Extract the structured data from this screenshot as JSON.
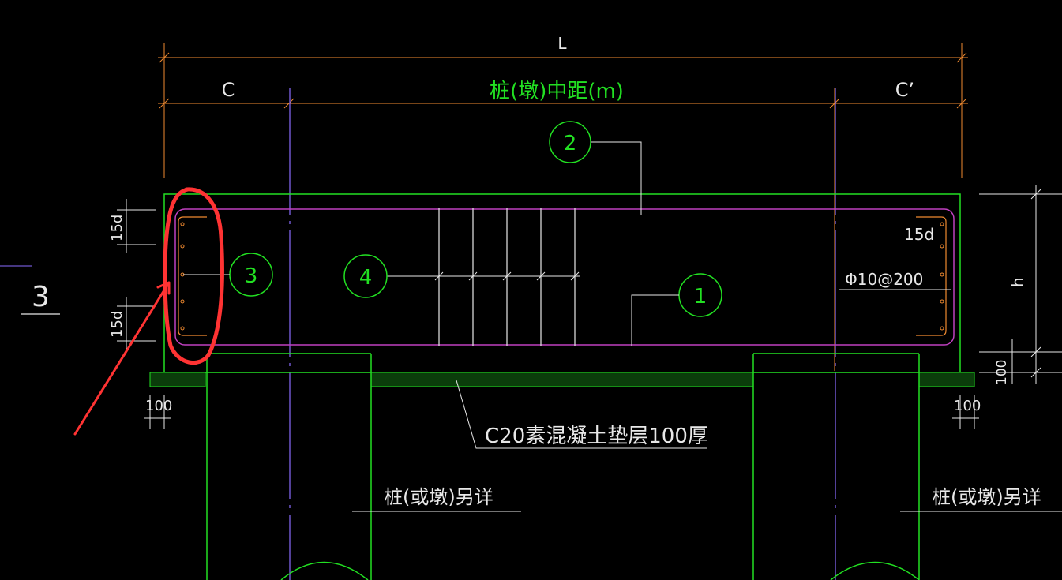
{
  "dimensions": {
    "total_length": "L",
    "left_edge": "C",
    "right_edge": "C’",
    "center_span": "桩(墩)中距(m)",
    "height": "h",
    "anchor_top": "15d",
    "anchor_bottom": "15d",
    "anchor_right": "15d",
    "cushion_thickness": "100",
    "left_offset": "100",
    "right_offset": "100"
  },
  "callouts": {
    "c1": "1",
    "c2": "2",
    "c3": "3",
    "c4": "4"
  },
  "stirrup_label": "Φ10@200",
  "cushion_label": "C20素混凝土垫层100厚",
  "pile_left_label": "桩(或墩)另详",
  "pile_right_label": "桩(或墩)另详",
  "section_mark": "3",
  "colors": {
    "background": "#000000",
    "dimension": "#f08a30",
    "concrete_outline": "#22e022",
    "rebar": "#c040c0",
    "centerline": "#8a6cff",
    "annotation": "#e8e8e8",
    "highlight": "#ff3333"
  }
}
